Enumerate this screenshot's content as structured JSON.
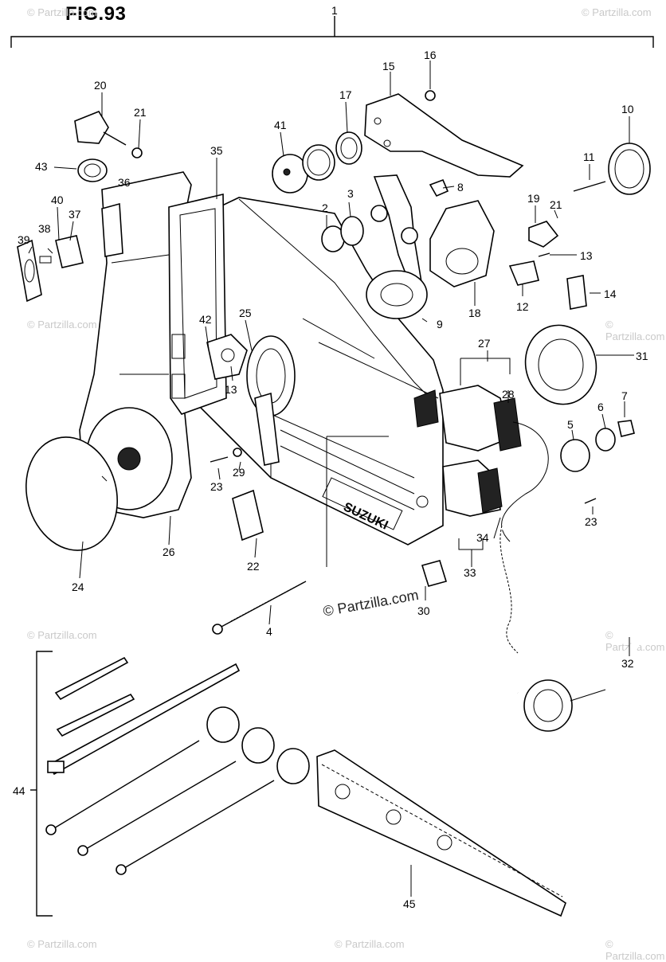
{
  "figure": {
    "title": "FIG.93",
    "main_label": "1",
    "watermark_main": "© Partzilla.com",
    "watermark_small": "© Partzilla.com",
    "brand_text": "SUZUKI"
  },
  "callouts": {
    "p1": "1",
    "p2": "2",
    "p3": "3",
    "p4": "4",
    "p5": "5",
    "p6": "6",
    "p7": "7",
    "p8": "8",
    "p9": "9",
    "p10": "10",
    "p11": "11",
    "p12": "12",
    "p13a": "13",
    "p13b": "13",
    "p14": "14",
    "p15": "15",
    "p16": "16",
    "p17": "17",
    "p18": "18",
    "p19": "19",
    "p20": "20",
    "p21a": "21",
    "p21b": "21",
    "p22": "22",
    "p23a": "23",
    "p23b": "23",
    "p24": "24",
    "p25": "25",
    "p26": "26",
    "p27": "27",
    "p28": "28",
    "p29": "29",
    "p30": "30",
    "p31": "31",
    "p32": "32",
    "p33": "33",
    "p34": "34",
    "p35": "35",
    "p36": "36",
    "p37": "37",
    "p38": "38",
    "p39": "39",
    "p40": "40",
    "p41": "41",
    "p42": "42",
    "p43": "43",
    "p44": "44",
    "p45": "45"
  }
}
